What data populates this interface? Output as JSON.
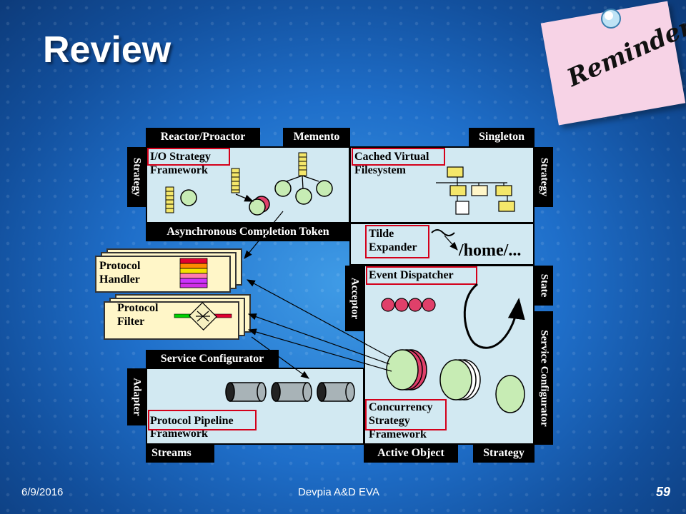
{
  "slide": {
    "title": "Review",
    "reminder_note": "Reminder!"
  },
  "footer": {
    "date": "6/9/2016",
    "center": "Devpia A&D EVA",
    "page": "59"
  },
  "diagram": {
    "top_bars": {
      "reactor": "Reactor/Proactor",
      "memento": "Memento",
      "singleton": "Singleton"
    },
    "side_bars": {
      "strategy_left": "Strategy",
      "strategy_right": "Strategy",
      "acceptor": "Acceptor",
      "state": "State",
      "adapter": "Adapter",
      "service_configurator_side": "Service Configurator"
    },
    "bottom_bars": {
      "async_token": "Asynchronous Completion Token",
      "service_configurator": "Service Configurator",
      "streams": "Streams",
      "active_object": "Active Object",
      "strategy_bottom": "Strategy"
    },
    "labels": {
      "io_strategy": "I/O Strategy",
      "io_framework": "Framework",
      "cached_virtual": "Cached Virtual",
      "filesystem": "Filesystem",
      "tilde": "Tilde",
      "expander": "Expander",
      "home_path": "/home/...",
      "event_dispatcher": "Event Dispatcher",
      "protocol_handler_1": "Protocol",
      "protocol_handler_2": "Handler",
      "protocol_filter_1": "Protocol",
      "protocol_filter_2": "Filter",
      "protocol_pipeline": "Protocol Pipeline",
      "pipeline_framework": "Framework",
      "concurrency": "Concurrency",
      "concurrency_strategy": "Strategy",
      "concurrency_framework": "Framework"
    },
    "colors": {
      "panel": "#d2e9f2",
      "highlight": "#d4001a",
      "card": "#fff6c8",
      "thread": "#c7ecb4",
      "queue": "#e0406a"
    }
  }
}
